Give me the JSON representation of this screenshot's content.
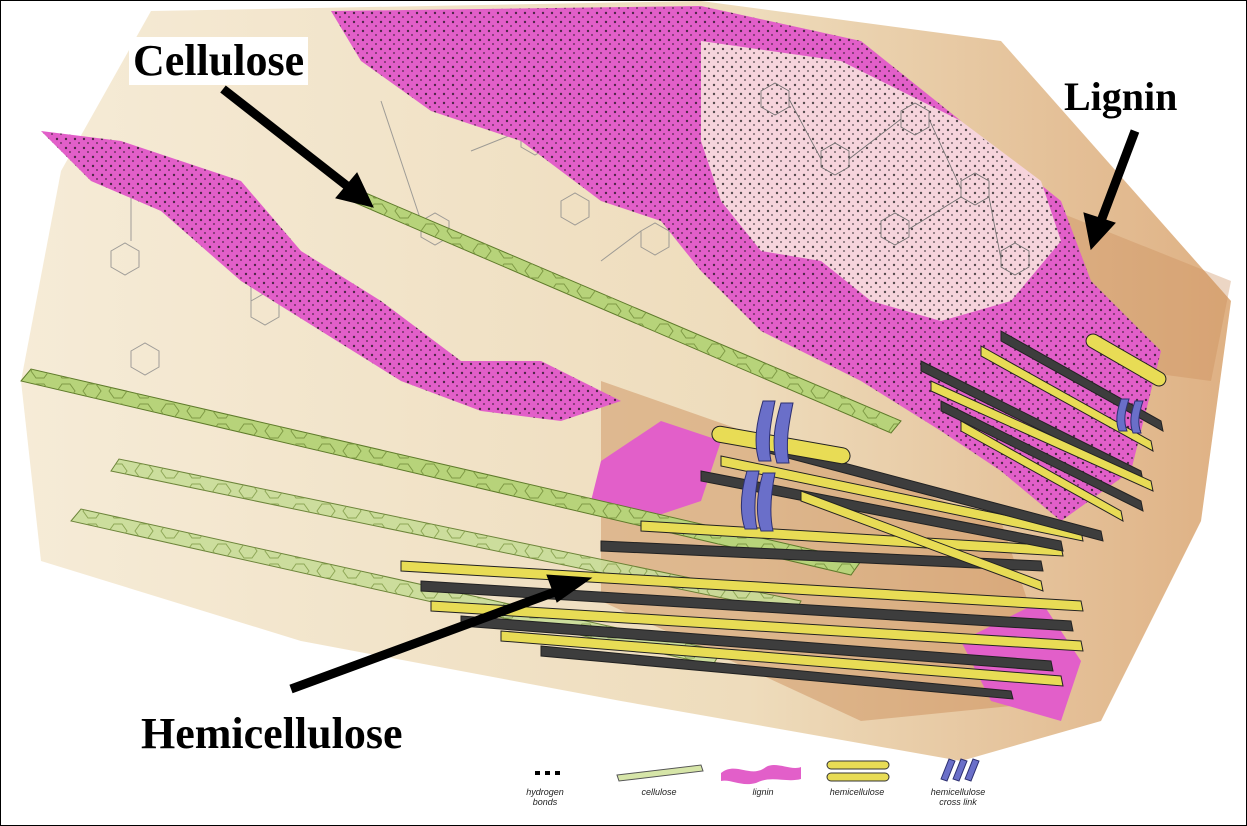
{
  "labels": {
    "cellulose": "Cellulose",
    "lignin": "Lignin",
    "hemicellulose": "Hemicellulose"
  },
  "legend": [
    {
      "id": "hydrogen-bonds",
      "text": "hydrogen bonds"
    },
    {
      "id": "cellulose",
      "text": "cellulose"
    },
    {
      "id": "lignin",
      "text": "lignin"
    },
    {
      "id": "hemicellulose",
      "text": "hemicellulose"
    },
    {
      "id": "hemicellulose-cross-link",
      "text": "hemicellulose cross link"
    }
  ],
  "colors": {
    "cellulose": "#b7d37a",
    "lignin": "#e25fc9",
    "hemicellulose": "#e8dc55",
    "cross_link": "#6a6fc9",
    "background_tan": "#ecd9b6",
    "brown_shade": "#c98a55"
  }
}
